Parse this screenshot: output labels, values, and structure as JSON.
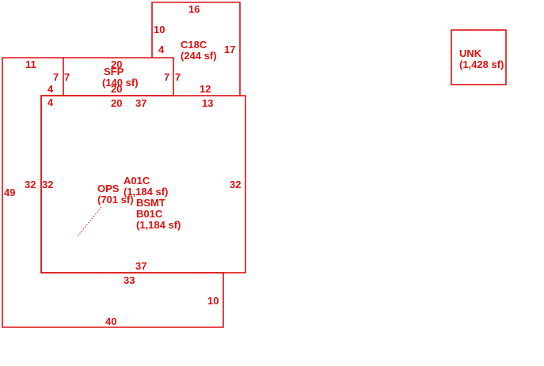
{
  "color": "#dd1111",
  "areas": {
    "c18c": {
      "code": "C18C",
      "area": "(244 sf)"
    },
    "sfp": {
      "code": "SFP",
      "area": "(140 sf)"
    },
    "ops": {
      "code": "OPS",
      "area": "(701 sf)"
    },
    "a01c": {
      "code": "A01C",
      "area": "(1,184 sf)"
    },
    "bsmt": {
      "code": "BSMT",
      "sub_code": "B01C",
      "area": "(1,184 sf)"
    },
    "unk": {
      "code": "UNK",
      "area": "(1,428 sf)"
    }
  },
  "dimensions": {
    "c18c_top": "16",
    "c18c_left_upper": "10",
    "c18c_left_lower": "4",
    "c18c_right": "17",
    "c18c_bottom_right": "12",
    "c18c_bottom_13": "13",
    "ops_top_left": "11",
    "sfp_left_outer": "7",
    "sfp_left_inner": "7",
    "sfp_top": "20",
    "sfp_inner_20": "20",
    "sfp_right_outer": "7",
    "sfp_right_inner": "7",
    "ops_step_4": "4",
    "main_step_4": "4",
    "main_top_20": "20",
    "main_top_37": "37",
    "ops_left_49": "49",
    "ops_inner_32": "32",
    "main_left_32": "32",
    "main_right_32": "32",
    "main_bottom_37": "37",
    "ops_bottom_33": "33",
    "ops_right_10": "10",
    "ops_bottom_40": "40"
  }
}
